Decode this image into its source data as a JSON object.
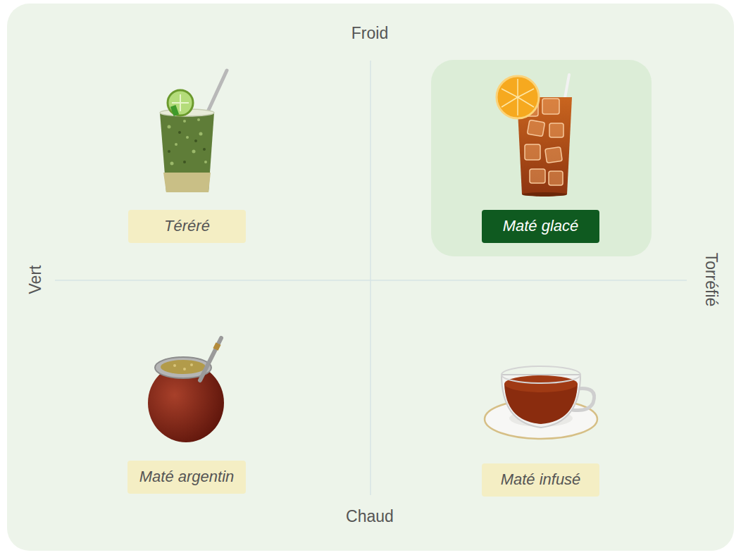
{
  "diagram": {
    "nodes": [
      {
        "text": [
          "Téréré"
        ]
      },
      {
        "text": [
          "Maté glacé"
        ]
      },
      {
        "text": [
          "Maté argentin"
        ]
      },
      {
        "text": [
          "Maté infusé"
        ]
      }
    ],
    "labels": [
      "Froid",
      "Chaud",
      "Vert",
      "Torréfié"
    ]
  }
}
